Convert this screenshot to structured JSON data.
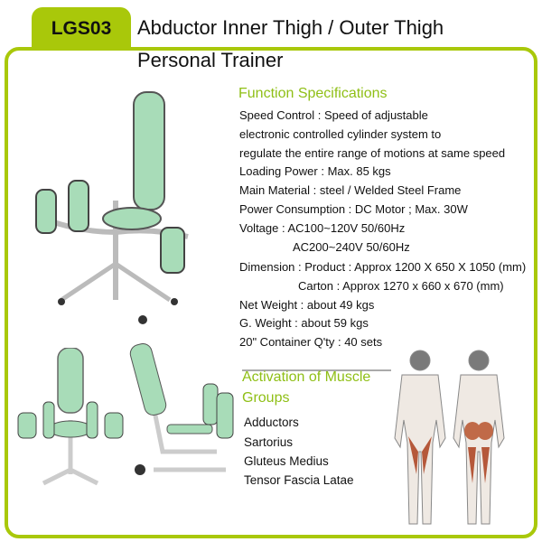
{
  "header": {
    "model": "LGS03",
    "title_line1": "Abductor Inner Thigh / Outer Thigh",
    "title_line2": "Personal Trainer"
  },
  "specs": {
    "heading": "Function Specifications",
    "lines": [
      "Speed Control : Speed of adjustable",
      "electronic controlled cylinder system to",
      "regulate the entire range of motions at same speed",
      "Loading Power : Max. 85 kgs",
      "Main Material : steel / Welded Steel Frame",
      "Power Consumption : DC Motor ; Max. 30W",
      "Voltage : AC100~120V 50/60Hz",
      "AC200~240V 50/60Hz",
      "Dimension : Product : Approx  1200 X 650 X 1050  (mm)",
      "Carton : Approx 1270 x 660 x 670 (mm)",
      "Net Weight :  about  49 kgs",
      "G. Weight : about  59  kgs",
      "20\" Container Q'ty :  40 sets"
    ]
  },
  "muscles": {
    "heading_line1": "Activation of Muscle",
    "heading_line2": "Groups",
    "items": [
      "Adductors",
      "Sartorius",
      "Gluteus Medius",
      "Tensor Fascia Latae"
    ]
  },
  "colors": {
    "accent": "#a9c80a",
    "heading": "#8fbf16",
    "pad": "#a8dcb8"
  }
}
